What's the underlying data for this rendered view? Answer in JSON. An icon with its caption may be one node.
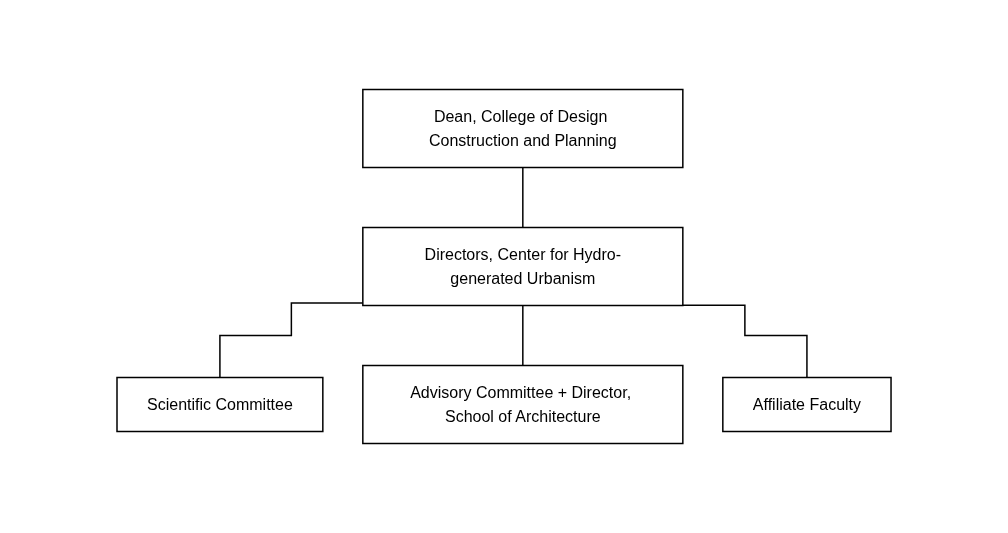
{
  "diagram": {
    "nodes": [
      {
        "text": [
          "Dean, College of Design Construction and Planning"
        ]
      },
      {
        "text": [
          "Directors, Center for Hydro-generated Urbanism"
        ]
      },
      {
        "text": [
          "Scientific Committee"
        ]
      },
      {
        "text": [
          "Advisory Committee + Director, School of Architecture"
        ]
      },
      {
        "text": [
          "Affiliate Faculty"
        ]
      }
    ],
    "edges": [
      {
        "from": 0,
        "to": 1,
        "arrow": "none"
      },
      {
        "from": 1,
        "to": 2,
        "arrow": "none"
      },
      {
        "from": 1,
        "to": 3,
        "arrow": "none"
      },
      {
        "from": 1,
        "to": 4,
        "arrow": "none"
      }
    ]
  }
}
